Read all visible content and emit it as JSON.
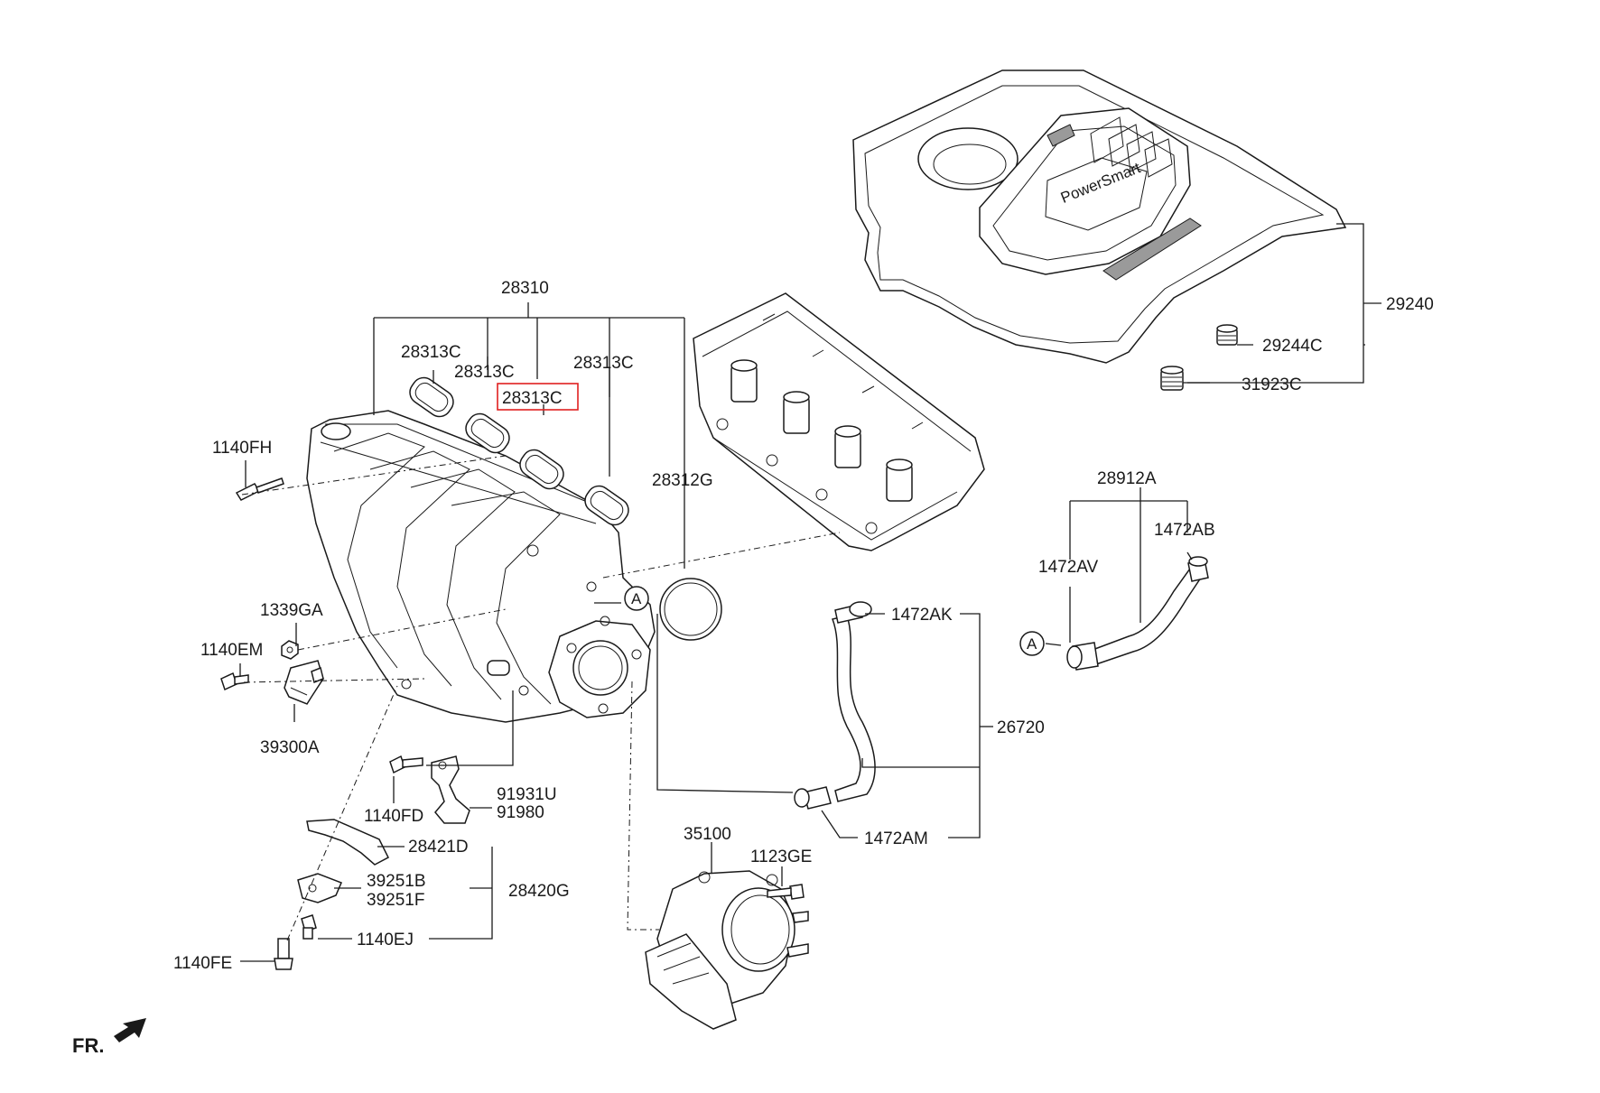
{
  "labels": {
    "p28310": "28310",
    "p28313c_1": "28313C",
    "p28313c_2": "28313C",
    "p28313c_3": "28313C",
    "p28313c_4": "28313C",
    "p28312g": "28312G",
    "p1140fh": "1140FH",
    "p1339ga": "1339GA",
    "p1140em": "1140EM",
    "p39300a": "39300A",
    "p1140fd": "1140FD",
    "p91931u": "91931U",
    "p91980": "91980",
    "p28421d": "28421D",
    "p39251b": "39251B",
    "p39251f": "39251F",
    "p28420g": "28420G",
    "p1140ej": "1140EJ",
    "p1140fe": "1140FE",
    "p35100": "35100",
    "p1123ge": "1123GE",
    "p1472ak": "1472AK",
    "p26720": "26720",
    "p1472am": "1472AM",
    "p28912a": "28912A",
    "p1472ab": "1472AB",
    "p1472av": "1472AV",
    "p29240": "29240",
    "p29244c": "29244C",
    "p31923c": "31923C",
    "ref_a_1": "A",
    "ref_a_2": "A",
    "front": "FR."
  },
  "highlight": {
    "color": "#e02020",
    "label": "28313C"
  }
}
